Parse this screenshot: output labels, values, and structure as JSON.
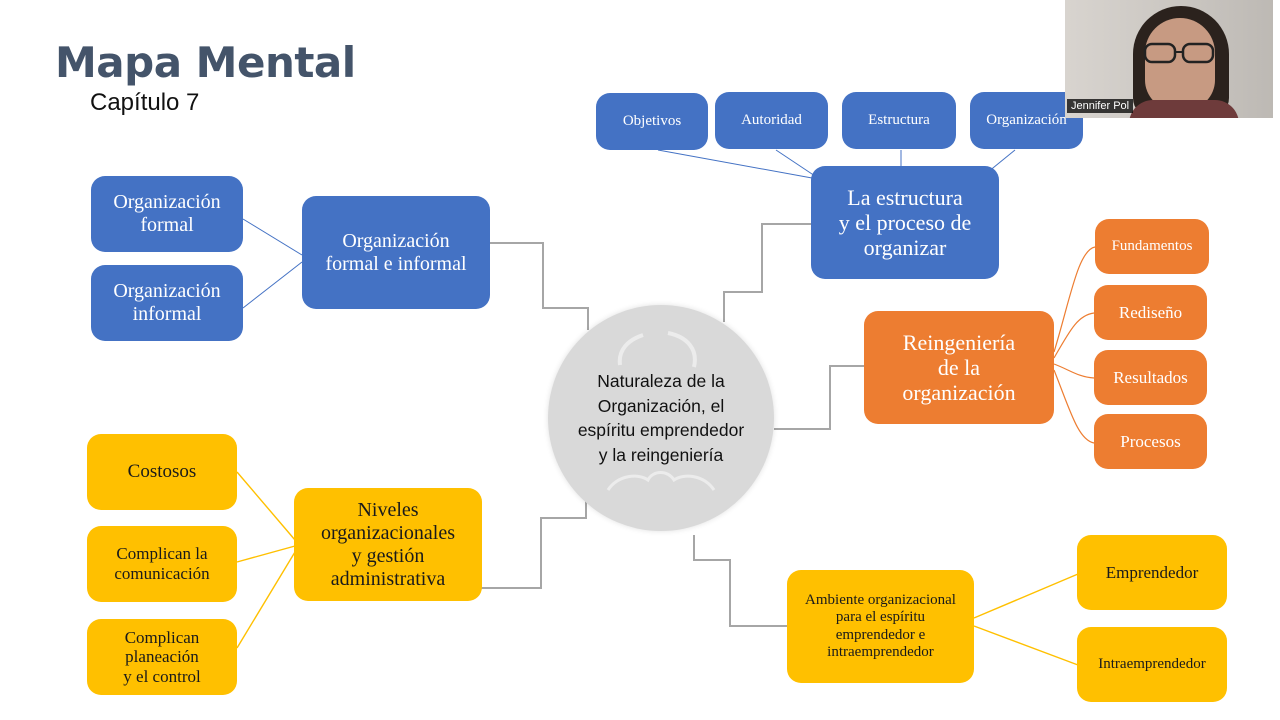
{
  "header": {
    "title": "Mapa Mental",
    "subtitle": "Capítulo 7"
  },
  "colors": {
    "blue": "#4472c4",
    "orange": "#ed7d31",
    "yellow": "#ffc000",
    "center_fill": "#d9d9d9",
    "connector_gray": "#a6a6a6"
  },
  "center": {
    "label": "Naturaleza de la\nOrganización, el\nespíritu emprendedor\ny la reingeniería"
  },
  "branches": {
    "formal_informal": {
      "label": "Organización\nformal e informal",
      "children": [
        "Organización\nformal",
        "Organización\ninformal"
      ]
    },
    "estructura": {
      "label": "La estructura\ny el proceso de\norganizar",
      "children": [
        "Objetivos",
        "Autoridad",
        "Estructura",
        "Organización"
      ]
    },
    "reingenieria": {
      "label": "Reingeniería\nde la\norganización",
      "children": [
        "Fundamentos",
        "Rediseño",
        "Resultados",
        "Procesos"
      ]
    },
    "niveles": {
      "label": "Niveles\norganizacionales\ny gestión\nadministrativa",
      "children": [
        "Costosos",
        "Complican la\ncomunicación",
        "Complican\nplaneación\ny el control"
      ]
    },
    "ambiente": {
      "label": "Ambiente organizacional\npara el espíritu\nemprendedor e\nintraemprendedor",
      "children": [
        "Emprendedor",
        "Intraemprendedor"
      ]
    }
  },
  "webcam": {
    "name": "Jennifer Pol"
  }
}
